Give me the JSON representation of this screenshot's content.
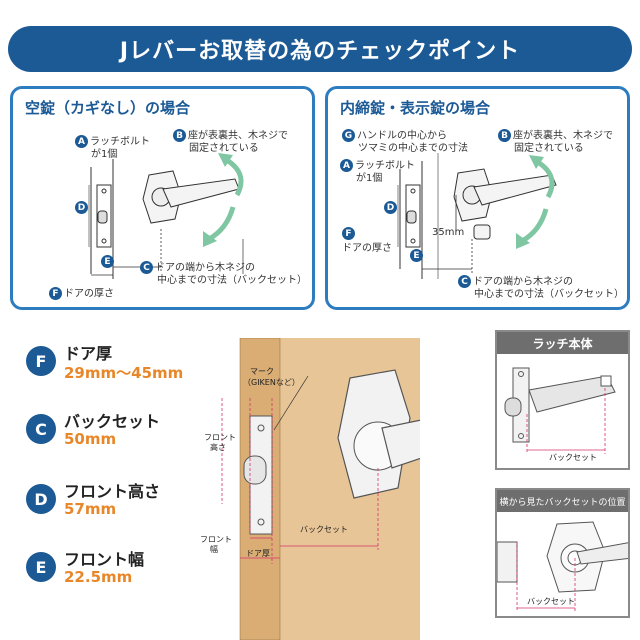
{
  "header": {
    "title": "Jレバーお取替の為のチェックポイント"
  },
  "panel_left": {
    "title": "空錠（カギなし）の場合",
    "a_label": "ラッチボルト",
    "a_label2": "が1個",
    "b_label": "座が表裏共、木ネジで",
    "b_label2": "固定されている",
    "c_label": "ドアの端から木ネジの",
    "c_label2": "中心までの寸法（バックセット）",
    "f_label": "ドアの厚さ"
  },
  "panel_right": {
    "title": "内締錠・表示錠の場合",
    "g_label": "ハンドルの中心から",
    "g_label2": "ツマミの中心までの寸法",
    "b_label": "座が表裏共、木ネジで",
    "b_label2": "固定されている",
    "a_label": "ラッチボルト",
    "a_label2": "が1個",
    "f_label": "ドアの厚さ",
    "dim": "35mm",
    "c_label": "ドアの端から木ネジの",
    "c_label2": "中心までの寸法（バックセット）"
  },
  "badges": {
    "a": "A",
    "b": "B",
    "c": "C",
    "d": "D",
    "e": "E",
    "f": "F",
    "g": "G"
  },
  "specs": [
    {
      "letter": "F",
      "label": "ドア厚",
      "value": "29mm〜45mm"
    },
    {
      "letter": "C",
      "label": "バックセット",
      "value": "50mm"
    },
    {
      "letter": "D",
      "label": "フロント高さ",
      "value": "57mm"
    },
    {
      "letter": "E",
      "label": "フロント幅",
      "value": "22.5mm"
    }
  ],
  "door_labels": {
    "mark": "マーク",
    "mark2": "（GIKENなど）",
    "front_h": "フロント",
    "front_h2": "高さ",
    "front_w": "フロント",
    "front_w2": "幅",
    "door_thick": "ドア厚",
    "backset": "バックセット"
  },
  "inset_top": {
    "title": "ラッチ本体",
    "backset": "バックセット"
  },
  "inset_bottom": {
    "title": "横から見たバックセットの位置",
    "backset": "バックセット"
  },
  "colors": {
    "brand": "#1c5a96",
    "accent": "#e8872a",
    "door": "#e8c596",
    "dim_line": "#d6336c"
  }
}
